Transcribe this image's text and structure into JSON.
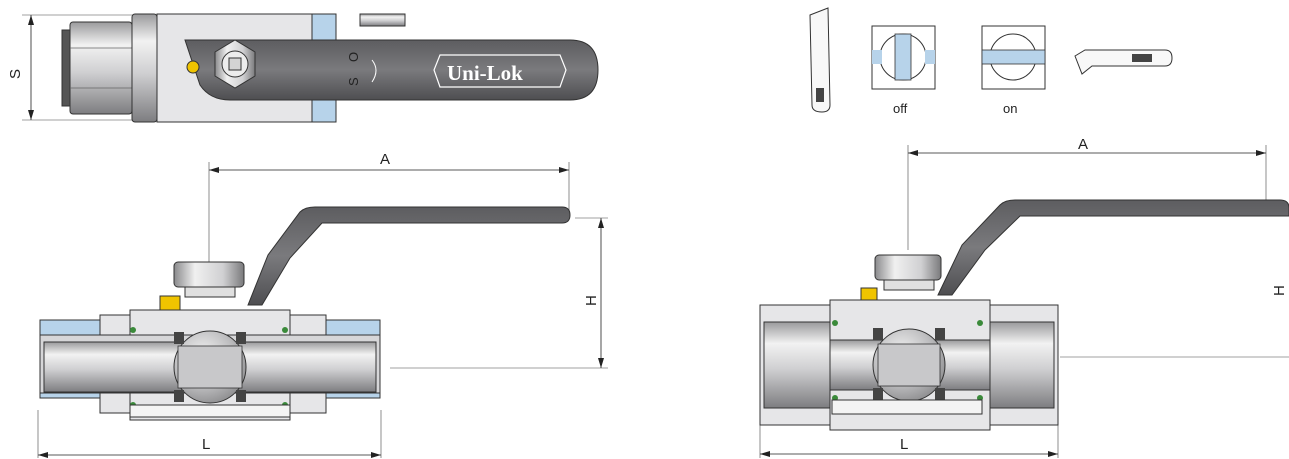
{
  "brand": {
    "logo_text": "Uni-Lok"
  },
  "top_view": {
    "dimension_label": "S"
  },
  "handle_markings": {
    "symbol_1": "S",
    "symbol_2": "O"
  },
  "position_indicator": {
    "off_label": "off",
    "on_label": "on"
  },
  "compression_view": {
    "dim_a": "A",
    "dim_h": "H",
    "dim_l": "L"
  },
  "threaded_view": {
    "dim_a": "A",
    "dim_h": "H",
    "dim_l": "L"
  },
  "colors": {
    "handle": "#6e6e70",
    "body": "#d9d9db",
    "seat_blue": "#b7d3ea",
    "indicator_yellow": "#f0c400",
    "seal_green": "#3a8a3a"
  }
}
